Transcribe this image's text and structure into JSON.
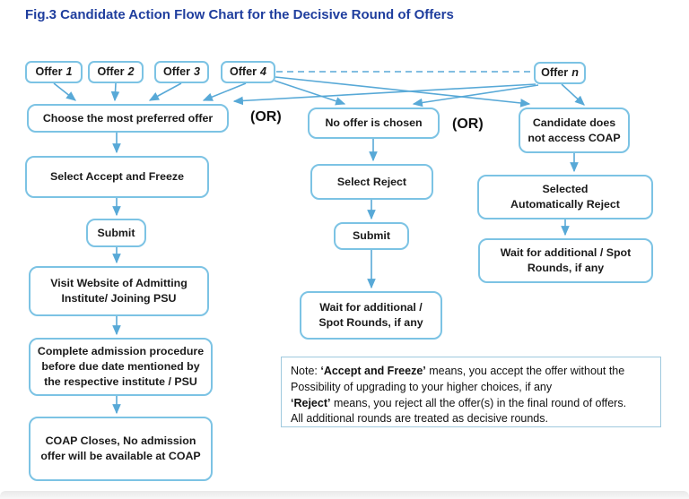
{
  "title": "Fig.3 Candidate Action Flow Chart for the Decisive Round of Offers",
  "colors": {
    "title": "#1f3e9e",
    "border": "#7cc3e4",
    "arrow": "#58a9d7",
    "text": "#1a1a1a"
  },
  "offers": [
    {
      "label": "Offer",
      "num": "1"
    },
    {
      "label": "Offer",
      "num": "2"
    },
    {
      "label": "Offer",
      "num": "3"
    },
    {
      "label": "Offer",
      "num": "4"
    },
    {
      "label": "Offer",
      "num": "n"
    }
  ],
  "or_labels": {
    "first": "(OR)",
    "second": "(OR)"
  },
  "nodes": {
    "choose": "Choose the most preferred offer",
    "no_offer": "No offer is chosen",
    "no_access": "Candidate does\nnot access COAP",
    "accept_freeze": "Select Accept and Freeze",
    "select_reject": "Select Reject",
    "auto_reject": "Selected\nAutomatically Reject",
    "submit_left": "Submit",
    "submit_mid": "Submit",
    "wait_right": "Wait for additional / Spot\nRounds, if any",
    "visit_website": "Visit Website of Admitting\nInstitute/ Joining PSU",
    "wait_mid": "Wait for additional /\nSpot Rounds, if any",
    "complete_admission": "Complete admission procedure\nbefore due date mentioned by\nthe respective institute / PSU",
    "coap_closes": "COAP Closes, No admission\noffer will be available at COAP"
  },
  "note": {
    "parts": [
      "Note: ",
      "‘Accept and Freeze’",
      " means, you accept the offer without the\nPossibility of upgrading to your higher choices, if any\n",
      "‘Reject’",
      " means, you reject all the offer(s) in the final round of offers.\nAll additional rounds are treated as decisive rounds."
    ]
  }
}
